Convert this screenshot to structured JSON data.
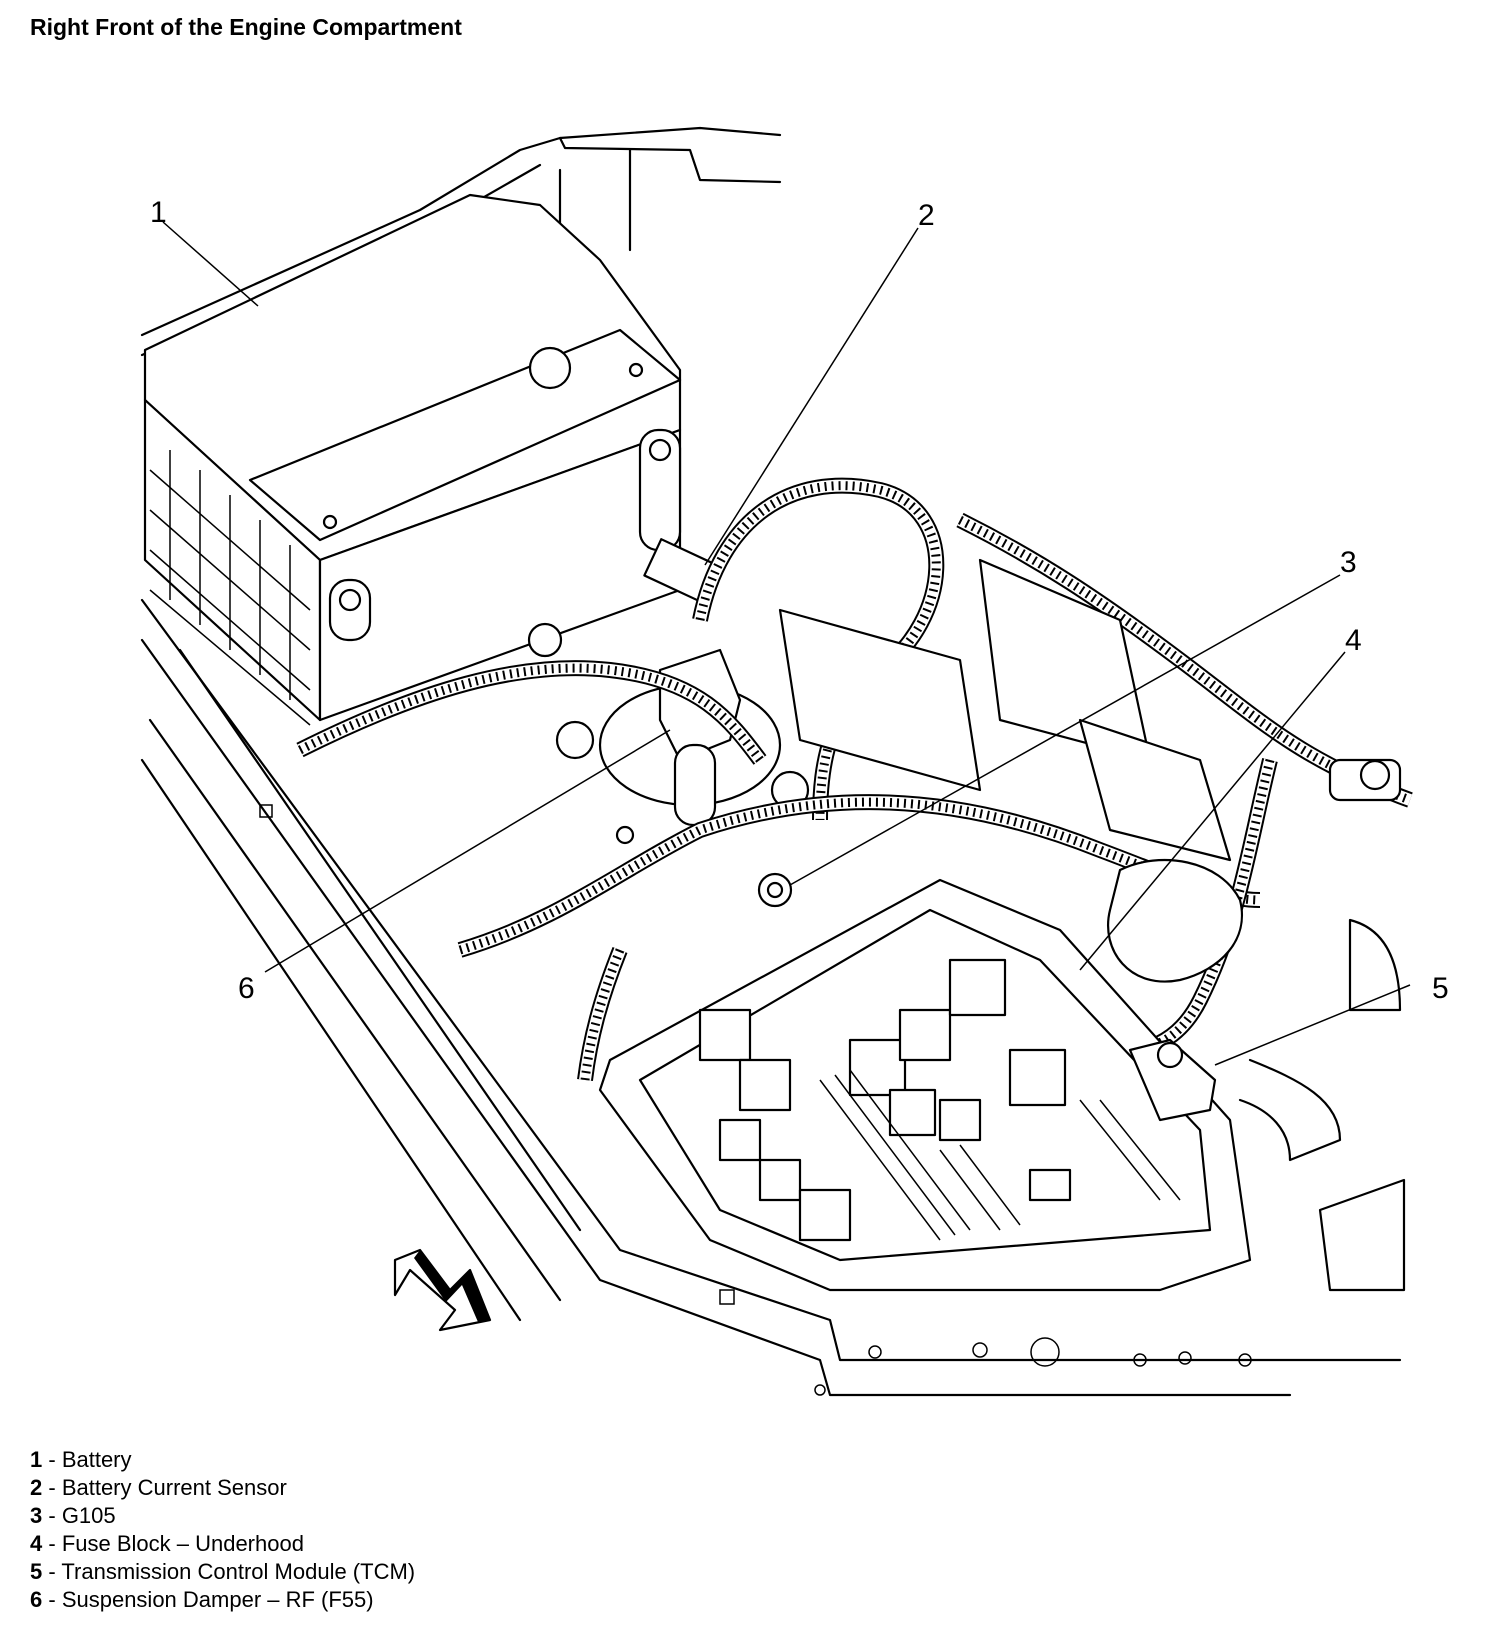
{
  "title": "Right Front of the Engine Compartment",
  "callouts": [
    {
      "num": "1",
      "label": "Battery"
    },
    {
      "num": "2",
      "label": "Battery Current Sensor"
    },
    {
      "num": "3",
      "label": "G105"
    },
    {
      "num": "4",
      "label": "Fuse Block – Underhood"
    },
    {
      "num": "5",
      "label": "Transmission Control Module (TCM)"
    },
    {
      "num": "6",
      "label": "Suspension Damper – RF (F55)"
    }
  ],
  "legend_separator": " - ",
  "icons": {
    "direction_arrow": "forward-arrow-icon"
  }
}
